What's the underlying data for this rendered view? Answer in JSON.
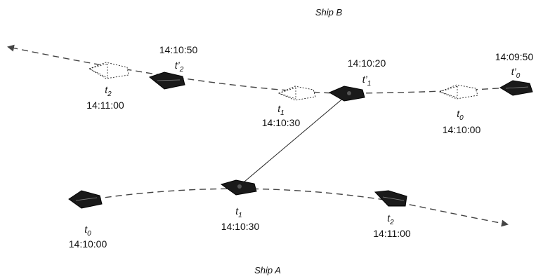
{
  "ships": {
    "ship_b_title": "Ship B",
    "ship_a_title": "Ship A"
  },
  "ship_a": {
    "t0": {
      "label": "t",
      "sub": "0",
      "time": "14:10:00"
    },
    "t1": {
      "label": "t",
      "sub": "1",
      "time": "14:10:30"
    },
    "t2": {
      "label": "t",
      "sub": "2",
      "time": "14:11:00"
    }
  },
  "ship_b": {
    "tp0": {
      "label": "t’",
      "sub": "0",
      "time": "14:09:50"
    },
    "tp1": {
      "label": "t’",
      "sub": "1",
      "time": "14:10:20"
    },
    "tp2": {
      "label": "t’",
      "sub": "2",
      "time": "14:10:50"
    },
    "t0": {
      "label": "t",
      "sub": "0",
      "time": "14:10:00"
    },
    "t1": {
      "label": "t",
      "sub": "1",
      "time": "14:10:30"
    },
    "t2": {
      "label": "t",
      "sub": "2",
      "time": "14:11:00"
    }
  }
}
